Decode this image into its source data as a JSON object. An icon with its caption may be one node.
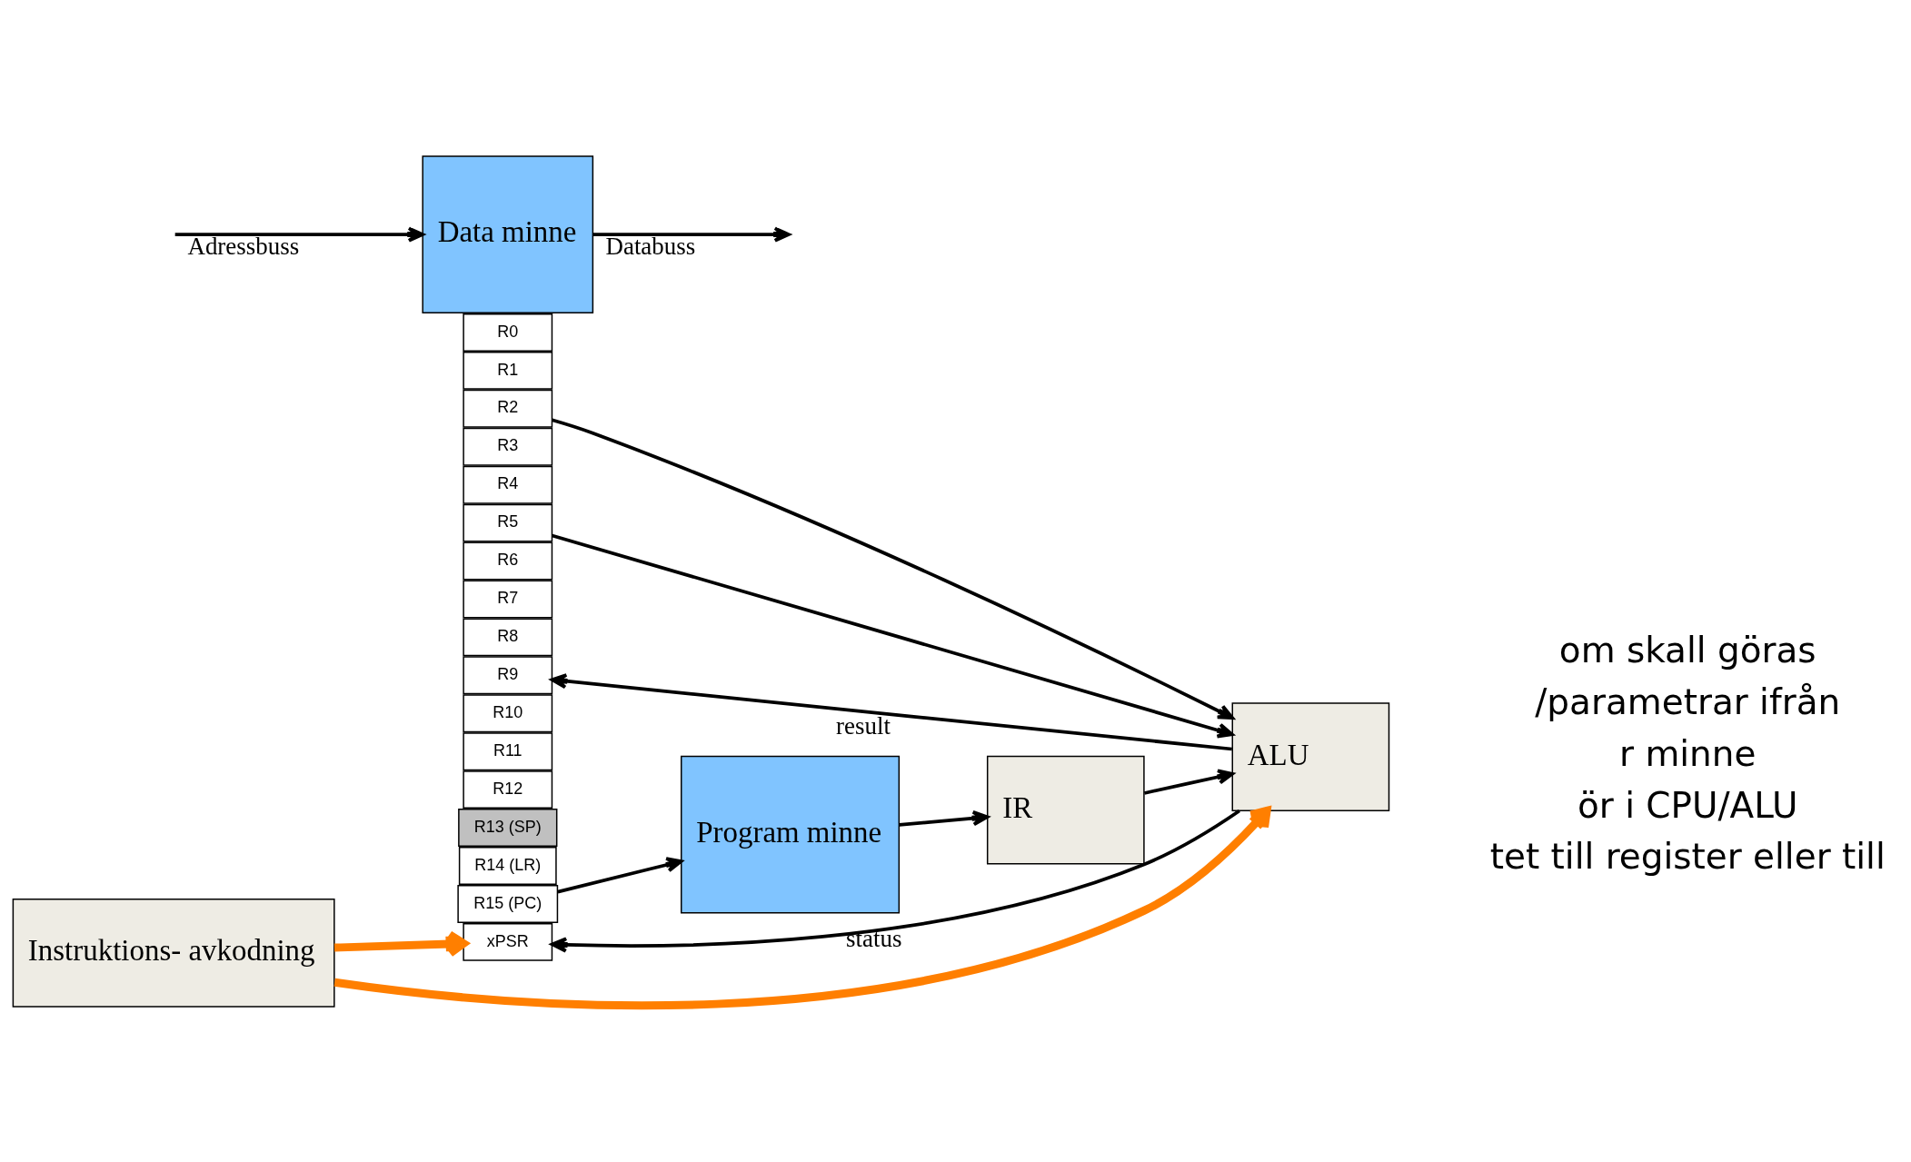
{
  "diagram": {
    "nodes": [
      {
        "text": [
          "R0"
        ]
      },
      {
        "text": [
          "R1"
        ]
      },
      {
        "text": [
          "R2"
        ]
      },
      {
        "text": [
          "R3"
        ]
      },
      {
        "text": [
          "R4"
        ]
      },
      {
        "text": [
          "R5"
        ]
      },
      {
        "text": [
          "R6"
        ]
      },
      {
        "text": [
          "R7"
        ]
      },
      {
        "text": [
          "R8"
        ]
      },
      {
        "text": [
          "R9"
        ]
      },
      {
        "text": [
          "R10"
        ]
      },
      {
        "text": [
          "R11"
        ]
      },
      {
        "text": [
          "R12"
        ]
      },
      {
        "text": [
          "R13 (SP)"
        ]
      },
      {
        "text": [
          "R14 (LR)"
        ]
      },
      {
        "text": [
          "R15 (PC)"
        ]
      },
      {
        "text": [
          "xPSR"
        ]
      },
      {
        "text": [
          "Program minne"
        ]
      },
      {
        "text": [
          "IR"
        ]
      },
      {
        "text": [
          "Instruktions- avkodning"
        ]
      },
      {
        "text": [
          "ALU"
        ]
      },
      {
        "text": [
          "Data minne"
        ]
      }
    ],
    "edges": [
      {
        "from": 2,
        "to": 20,
        "arrow": "to"
      },
      {
        "from": 5,
        "to": 20,
        "arrow": "to"
      },
      {
        "from": 20,
        "to": 9,
        "arrow": "to",
        "label": "result"
      },
      {
        "from": 20,
        "to": 16,
        "arrow": "to",
        "label": "status"
      },
      {
        "from": 15,
        "to": 17,
        "arrow": "to"
      },
      {
        "from": 17,
        "to": 18,
        "arrow": "to"
      },
      {
        "from": 18,
        "to": 20,
        "arrow": "to"
      },
      {
        "from": 19,
        "to": 16,
        "arrow": "to",
        "style": "thick",
        "color": "#ff7f00"
      },
      {
        "from": 19,
        "to": 20,
        "arrow": "to",
        "style": "thick",
        "color": "#ff7f00"
      },
      {
        "from": null,
        "to": 21,
        "arrow": "to",
        "label": "Adressbuss"
      },
      {
        "from": 21,
        "to": null,
        "arrow": "to",
        "label": "Databuss"
      }
    ],
    "labels": [
      "om skall göras",
      "/parametrar ifrån",
      "r minne",
      "ör i CPU/ALU",
      "tet till register eller till"
    ]
  }
}
